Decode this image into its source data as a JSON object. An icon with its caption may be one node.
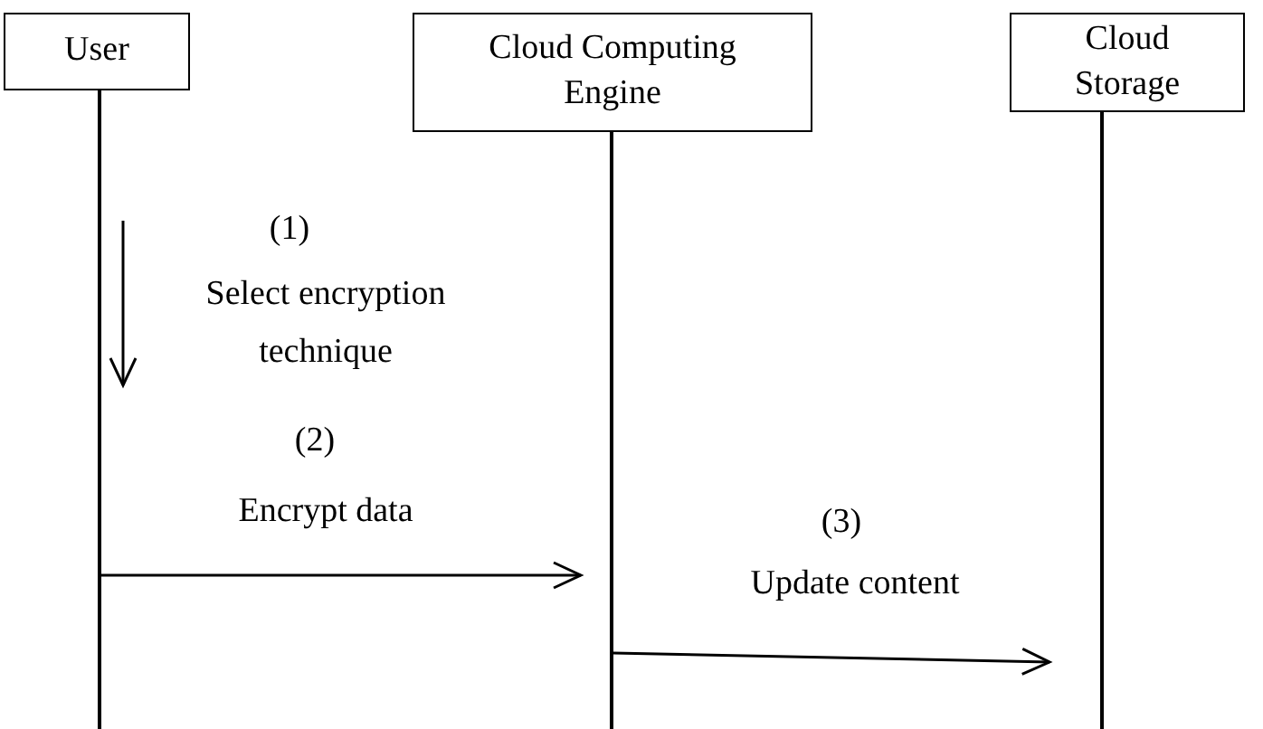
{
  "diagram": {
    "nodes": [
      {
        "text": [
          "User"
        ]
      },
      {
        "text": [
          "Cloud Computing Engine"
        ]
      },
      {
        "text": [
          "Cloud Storage"
        ]
      },
      {
        "text": [],
        "shape": "bar"
      },
      {
        "text": [],
        "shape": "bar"
      },
      {
        "text": [],
        "shape": "bar"
      }
    ],
    "edges": [
      {
        "from": 3,
        "to": 4,
        "arrow": "to",
        "label": "Encrypt data"
      },
      {
        "from": 4,
        "to": 5,
        "arrow": "to",
        "label": "Update content"
      }
    ],
    "labels": [
      "(1)",
      "Select encryption technique",
      "(2)",
      "(3)"
    ]
  }
}
